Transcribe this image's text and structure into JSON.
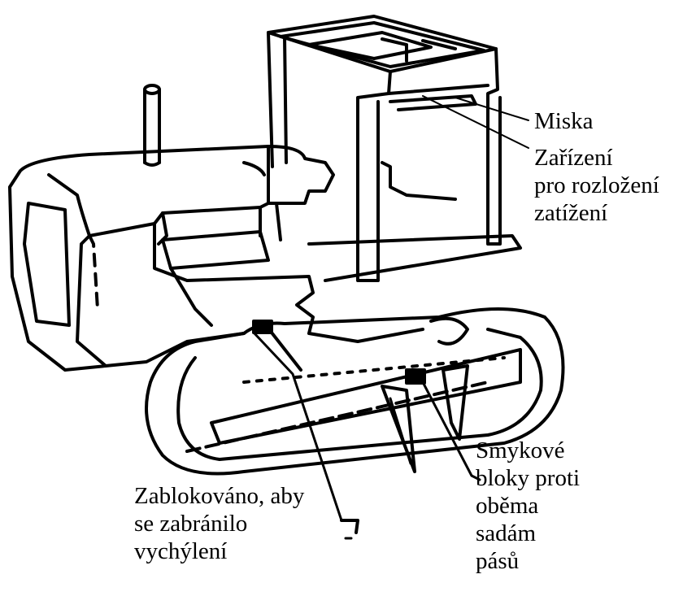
{
  "labels": {
    "miska": "Miska",
    "load_distribution": [
      "Zařízení",
      "pro rozložení",
      "zatížení"
    ],
    "shear_blocks": [
      "Smykové",
      "bloky proti",
      "oběma",
      "sadám",
      "pásů"
    ],
    "blocked": [
      "Zablokováno, aby",
      "se zabránilo",
      "vychýlení"
    ]
  },
  "colors": {
    "ink": "#000000",
    "background": "#ffffff"
  }
}
